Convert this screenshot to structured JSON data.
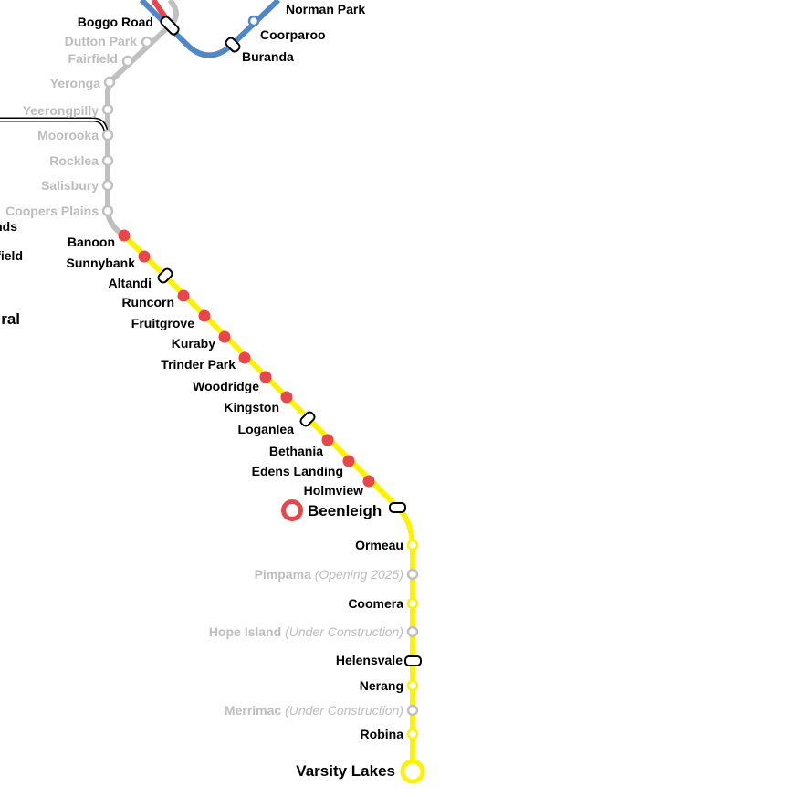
{
  "colors": {
    "yellow": "#fff200",
    "grey_line": "#c0c0c0",
    "grey_text": "#bdbdbd",
    "red": "#e8464b",
    "blue": "#4f87c9",
    "black": "#000000"
  },
  "stations": {
    "boggo_road": "Boggo Road",
    "norman_park": "Norman Park",
    "coorparoo": "Coorparoo",
    "buranda": "Buranda",
    "dutton_park": "Dutton Park",
    "fairfield": "Fairfield",
    "yeronga": "Yeronga",
    "yeerongpilly": "Yeerongpilly",
    "moorooka": "Moorooka",
    "rocklea": "Rocklea",
    "salisbury": "Salisbury",
    "coopers_plains": "Coopers Plains",
    "partial_nds": "nds",
    "partial_field": "field",
    "partial_ral": "ral",
    "banoon": "Banoon",
    "sunnybank": "Sunnybank",
    "altandi": "Altandi",
    "runcorn": "Runcorn",
    "fruitgrove": "Fruitgrove",
    "kuraby": "Kuraby",
    "trinder_park": "Trinder Park",
    "woodridge": "Woodridge",
    "kingston": "Kingston",
    "loganlea": "Loganlea",
    "bethania": "Bethania",
    "edens_landing": "Edens Landing",
    "holmview": "Holmview",
    "beenleigh": "Beenleigh",
    "ormeau": "Ormeau",
    "pimpama": "Pimpama",
    "pimpama_note": "(Opening 2025)",
    "coomera": "Coomera",
    "hope_island": "Hope Island",
    "hope_island_note": "(Under Construction)",
    "helensvale": "Helensvale",
    "nerang": "Nerang",
    "merrimac": "Merrimac",
    "merrimac_note": "(Under Construction)",
    "robina": "Robina",
    "varsity_lakes": "Varsity Lakes"
  }
}
